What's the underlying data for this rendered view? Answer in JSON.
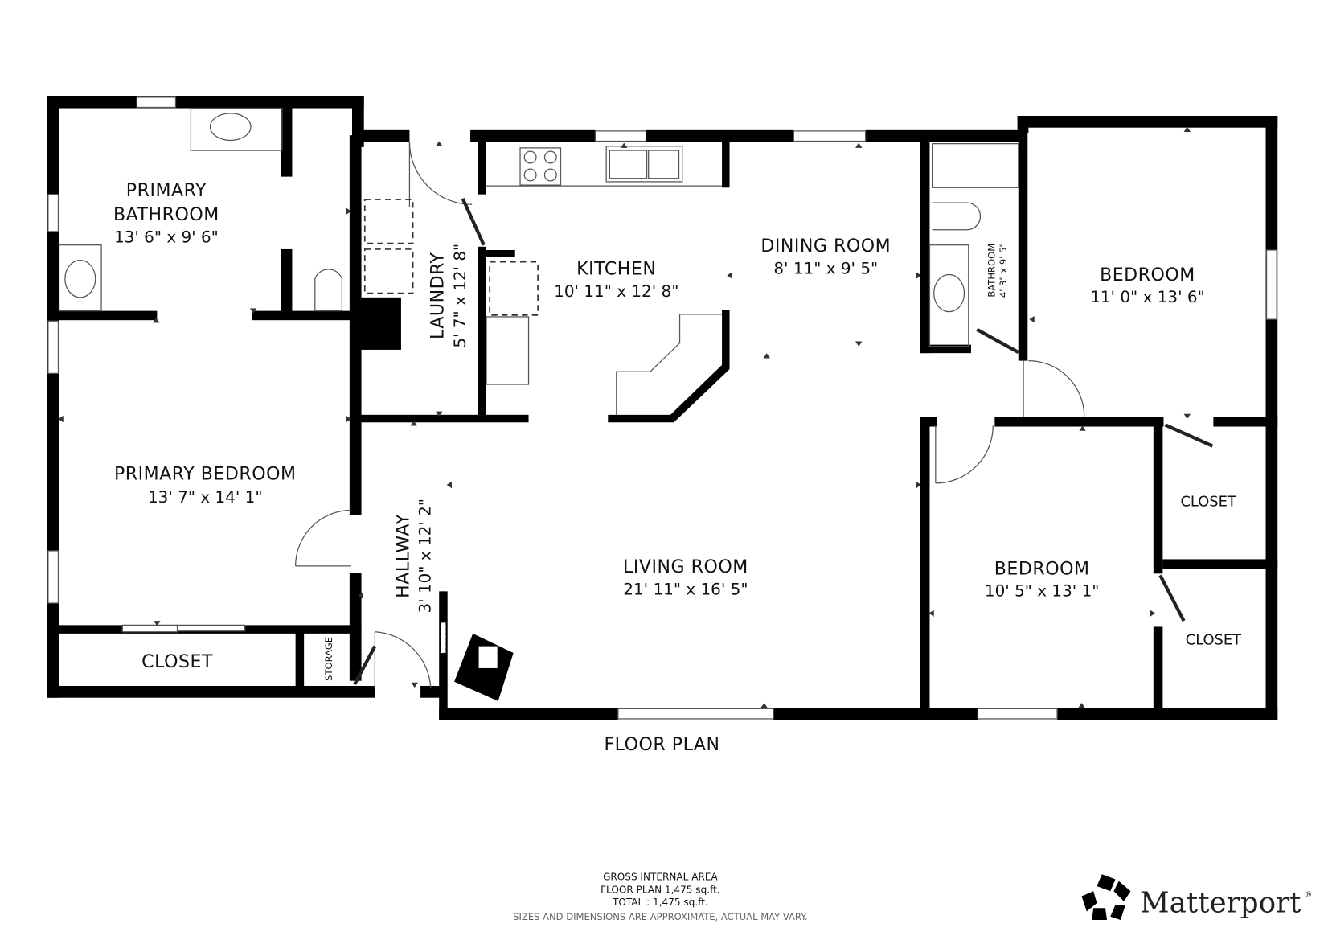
{
  "plan_title": "FLOOR PLAN",
  "rooms": {
    "primary_bathroom": {
      "name_line1": "PRIMARY",
      "name_line2": "BATHROOM",
      "dims": "13' 6\" x 9' 6\""
    },
    "primary_bedroom": {
      "name": "PRIMARY BEDROOM",
      "dims": "13' 7\" x 14' 1\""
    },
    "closet_primary": {
      "name": "CLOSET"
    },
    "storage": {
      "name": "STORAGE"
    },
    "laundry": {
      "name": "LAUNDRY",
      "dims": "5' 7\" x 12' 8\""
    },
    "kitchen": {
      "name": "KITCHEN",
      "dims": "10' 11\" x 12' 8\""
    },
    "dining_room": {
      "name": "DINING ROOM",
      "dims": "8' 11\" x 9' 5\""
    },
    "hallway": {
      "name": "HALLWAY",
      "dims": "3' 10\" x 12' 2\""
    },
    "living_room": {
      "name": "LIVING ROOM",
      "dims": "21' 11\" x 16' 5\""
    },
    "bathroom": {
      "name": "BATHROOM",
      "dims": "4' 3\" x 9' 5\""
    },
    "bedroom_1": {
      "name": "BEDROOM",
      "dims": "11' 0\" x 13' 6\""
    },
    "bedroom_2": {
      "name": "BEDROOM",
      "dims": "10' 5\" x 13' 1\""
    },
    "closet_right_top": {
      "name": "CLOSET"
    },
    "closet_right_bottom": {
      "name": "CLOSET"
    }
  },
  "footer": {
    "line1": "GROSS INTERNAL AREA",
    "line2": "FLOOR PLAN 1,475 sq.ft.",
    "line3": "TOTAL :  1,475 sq.ft.",
    "disclaimer": "SIZES AND DIMENSIONS ARE APPROXIMATE, ACTUAL MAY VARY."
  },
  "brand": {
    "name": "Matterport",
    "registered": "®",
    "logo_icon": "matterport-star-icon"
  }
}
